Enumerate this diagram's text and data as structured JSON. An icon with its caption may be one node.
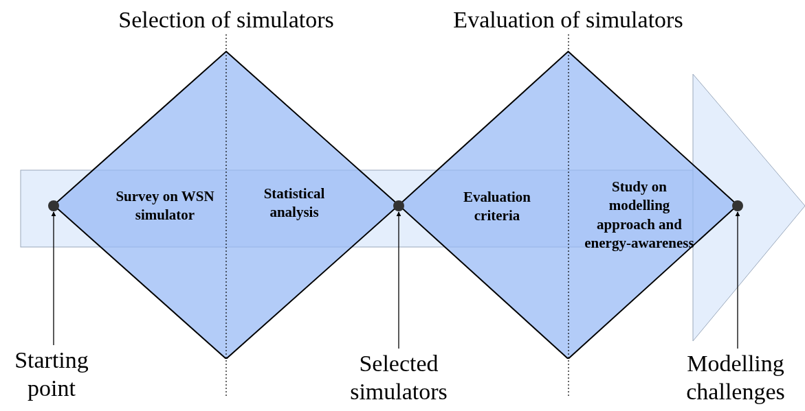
{
  "diagram": {
    "nodes": [
      {
        "text": [
          "Selection of simulators"
        ]
      },
      {
        "text": [
          "Survey on WSN simulator"
        ],
        "in": 0
      },
      {
        "text": [
          "Statistical analysis"
        ],
        "in": 0
      },
      {
        "text": [
          "Evaluation of simulators"
        ]
      },
      {
        "text": [
          "Evaluation criteria"
        ],
        "in": 3
      },
      {
        "text": [
          "Study on modelling approach and energy-awareness"
        ],
        "in": 3
      },
      {
        "text": [],
        "shape": "circle"
      },
      {
        "text": [],
        "shape": "circle"
      },
      {
        "text": [],
        "shape": "circle"
      },
      {
        "text": [
          "Starting point"
        ]
      },
      {
        "text": [
          "Selected simulators"
        ]
      },
      {
        "text": [
          "Modelling challenges"
        ]
      }
    ],
    "edges": [
      {
        "from": 9,
        "to": 6,
        "arrow": "to"
      },
      {
        "from": 10,
        "to": 7,
        "arrow": "to"
      },
      {
        "from": 11,
        "to": 8,
        "arrow": "to"
      }
    ]
  }
}
